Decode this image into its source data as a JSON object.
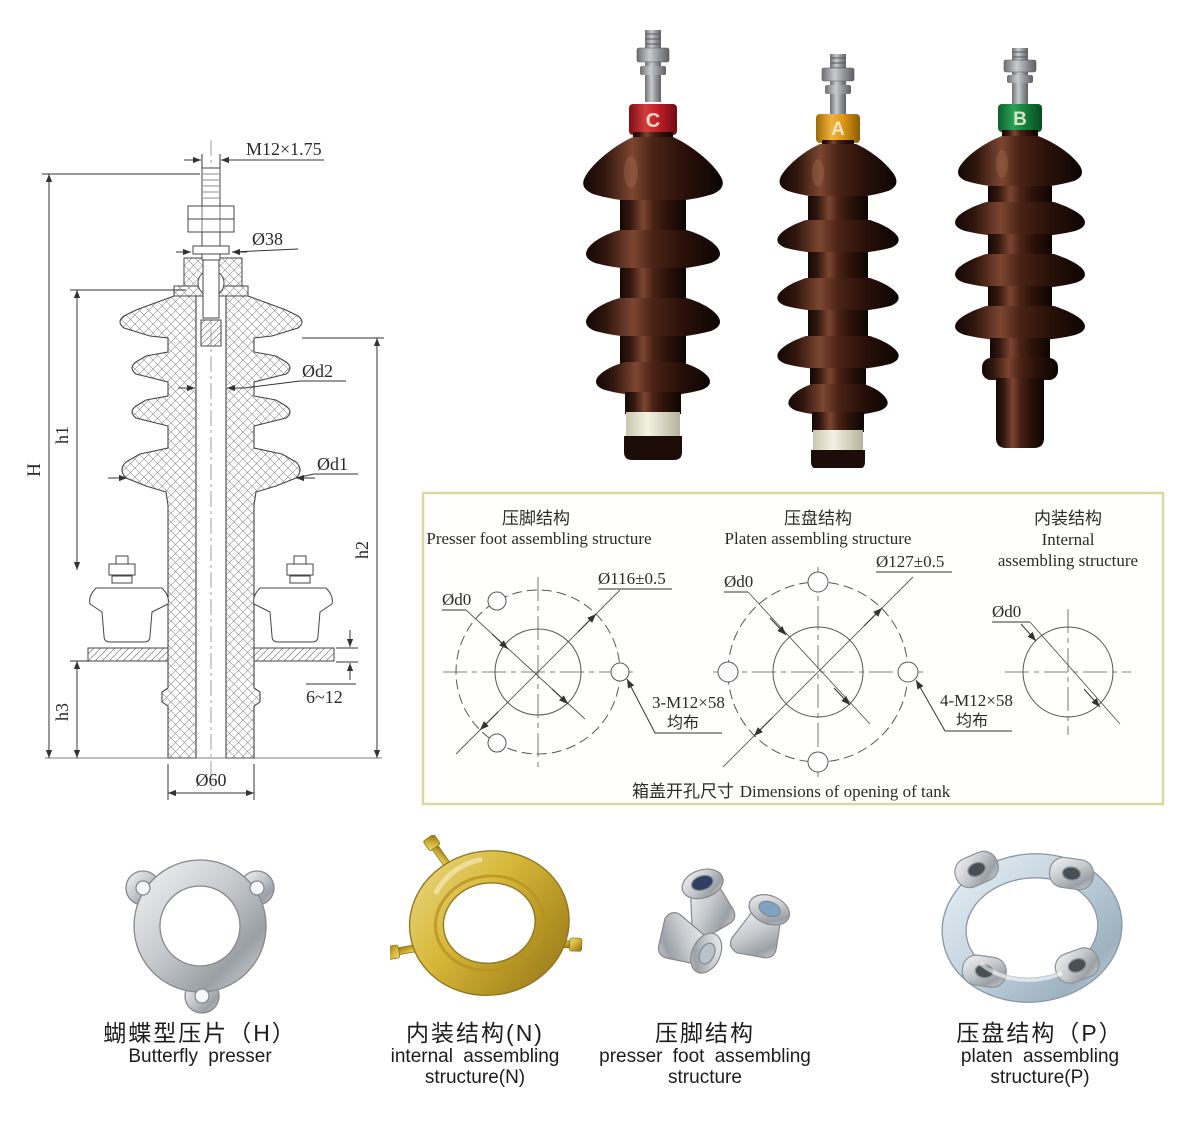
{
  "technical_drawing": {
    "labels": {
      "thread_spec": "M12×1.75",
      "top_diameter": "Ø38",
      "dia_d2": "Ød2",
      "dia_d1": "Ød1",
      "total_height": "H",
      "height_1": "h1",
      "height_2": "h2",
      "height_3": "h3",
      "plate_thickness": "6~12",
      "bottom_diameter": "Ø60"
    }
  },
  "product_photos": {
    "insulators": [
      {
        "cap_letter": "C",
        "cap_color": "#c32b2f"
      },
      {
        "cap_letter": "A",
        "cap_color": "#e2a31d"
      },
      {
        "cap_letter": "B",
        "cap_color": "#1e9047"
      }
    ]
  },
  "opening_panel": {
    "border_color": "#d9d99f",
    "footer_zh": "箱盖开孔尺寸",
    "footer_en": "Dimensions of opening of tank",
    "diagrams": [
      {
        "title_zh": "压脚结构",
        "title_en": "Presser foot assembling structure",
        "circle_label": "Ø116±0.5",
        "bore_label": "Ød0",
        "bolt_label": "3-M12×58",
        "bolt_label2": "均布"
      },
      {
        "title_zh": "压盘结构",
        "title_en": "Platen assembling structure",
        "circle_label": "Ø127±0.5",
        "bore_label": "Ød0",
        "bolt_label": "4-M12×58",
        "bolt_label2": "均布"
      },
      {
        "title_zh": "内装结构",
        "title_en_line1": "Internal",
        "title_en_line2": "assembling structure",
        "bore_label": "Ød0"
      }
    ]
  },
  "parts_row": [
    {
      "caption_zh": "蝴蝶型压片（H）",
      "caption_en_line1": "Butterfly presser",
      "caption_en_line2": ""
    },
    {
      "caption_zh": "内装结构(N)",
      "caption_en_line1": "internal assembling",
      "caption_en_line2": "structure(N)"
    },
    {
      "caption_zh": "压脚结构",
      "caption_en_line1": "presser foot assembling",
      "caption_en_line2": "structure"
    },
    {
      "caption_zh": "压盘结构（P）",
      "caption_en_line1": "platen assembling",
      "caption_en_line2": "structure(P)"
    }
  ]
}
